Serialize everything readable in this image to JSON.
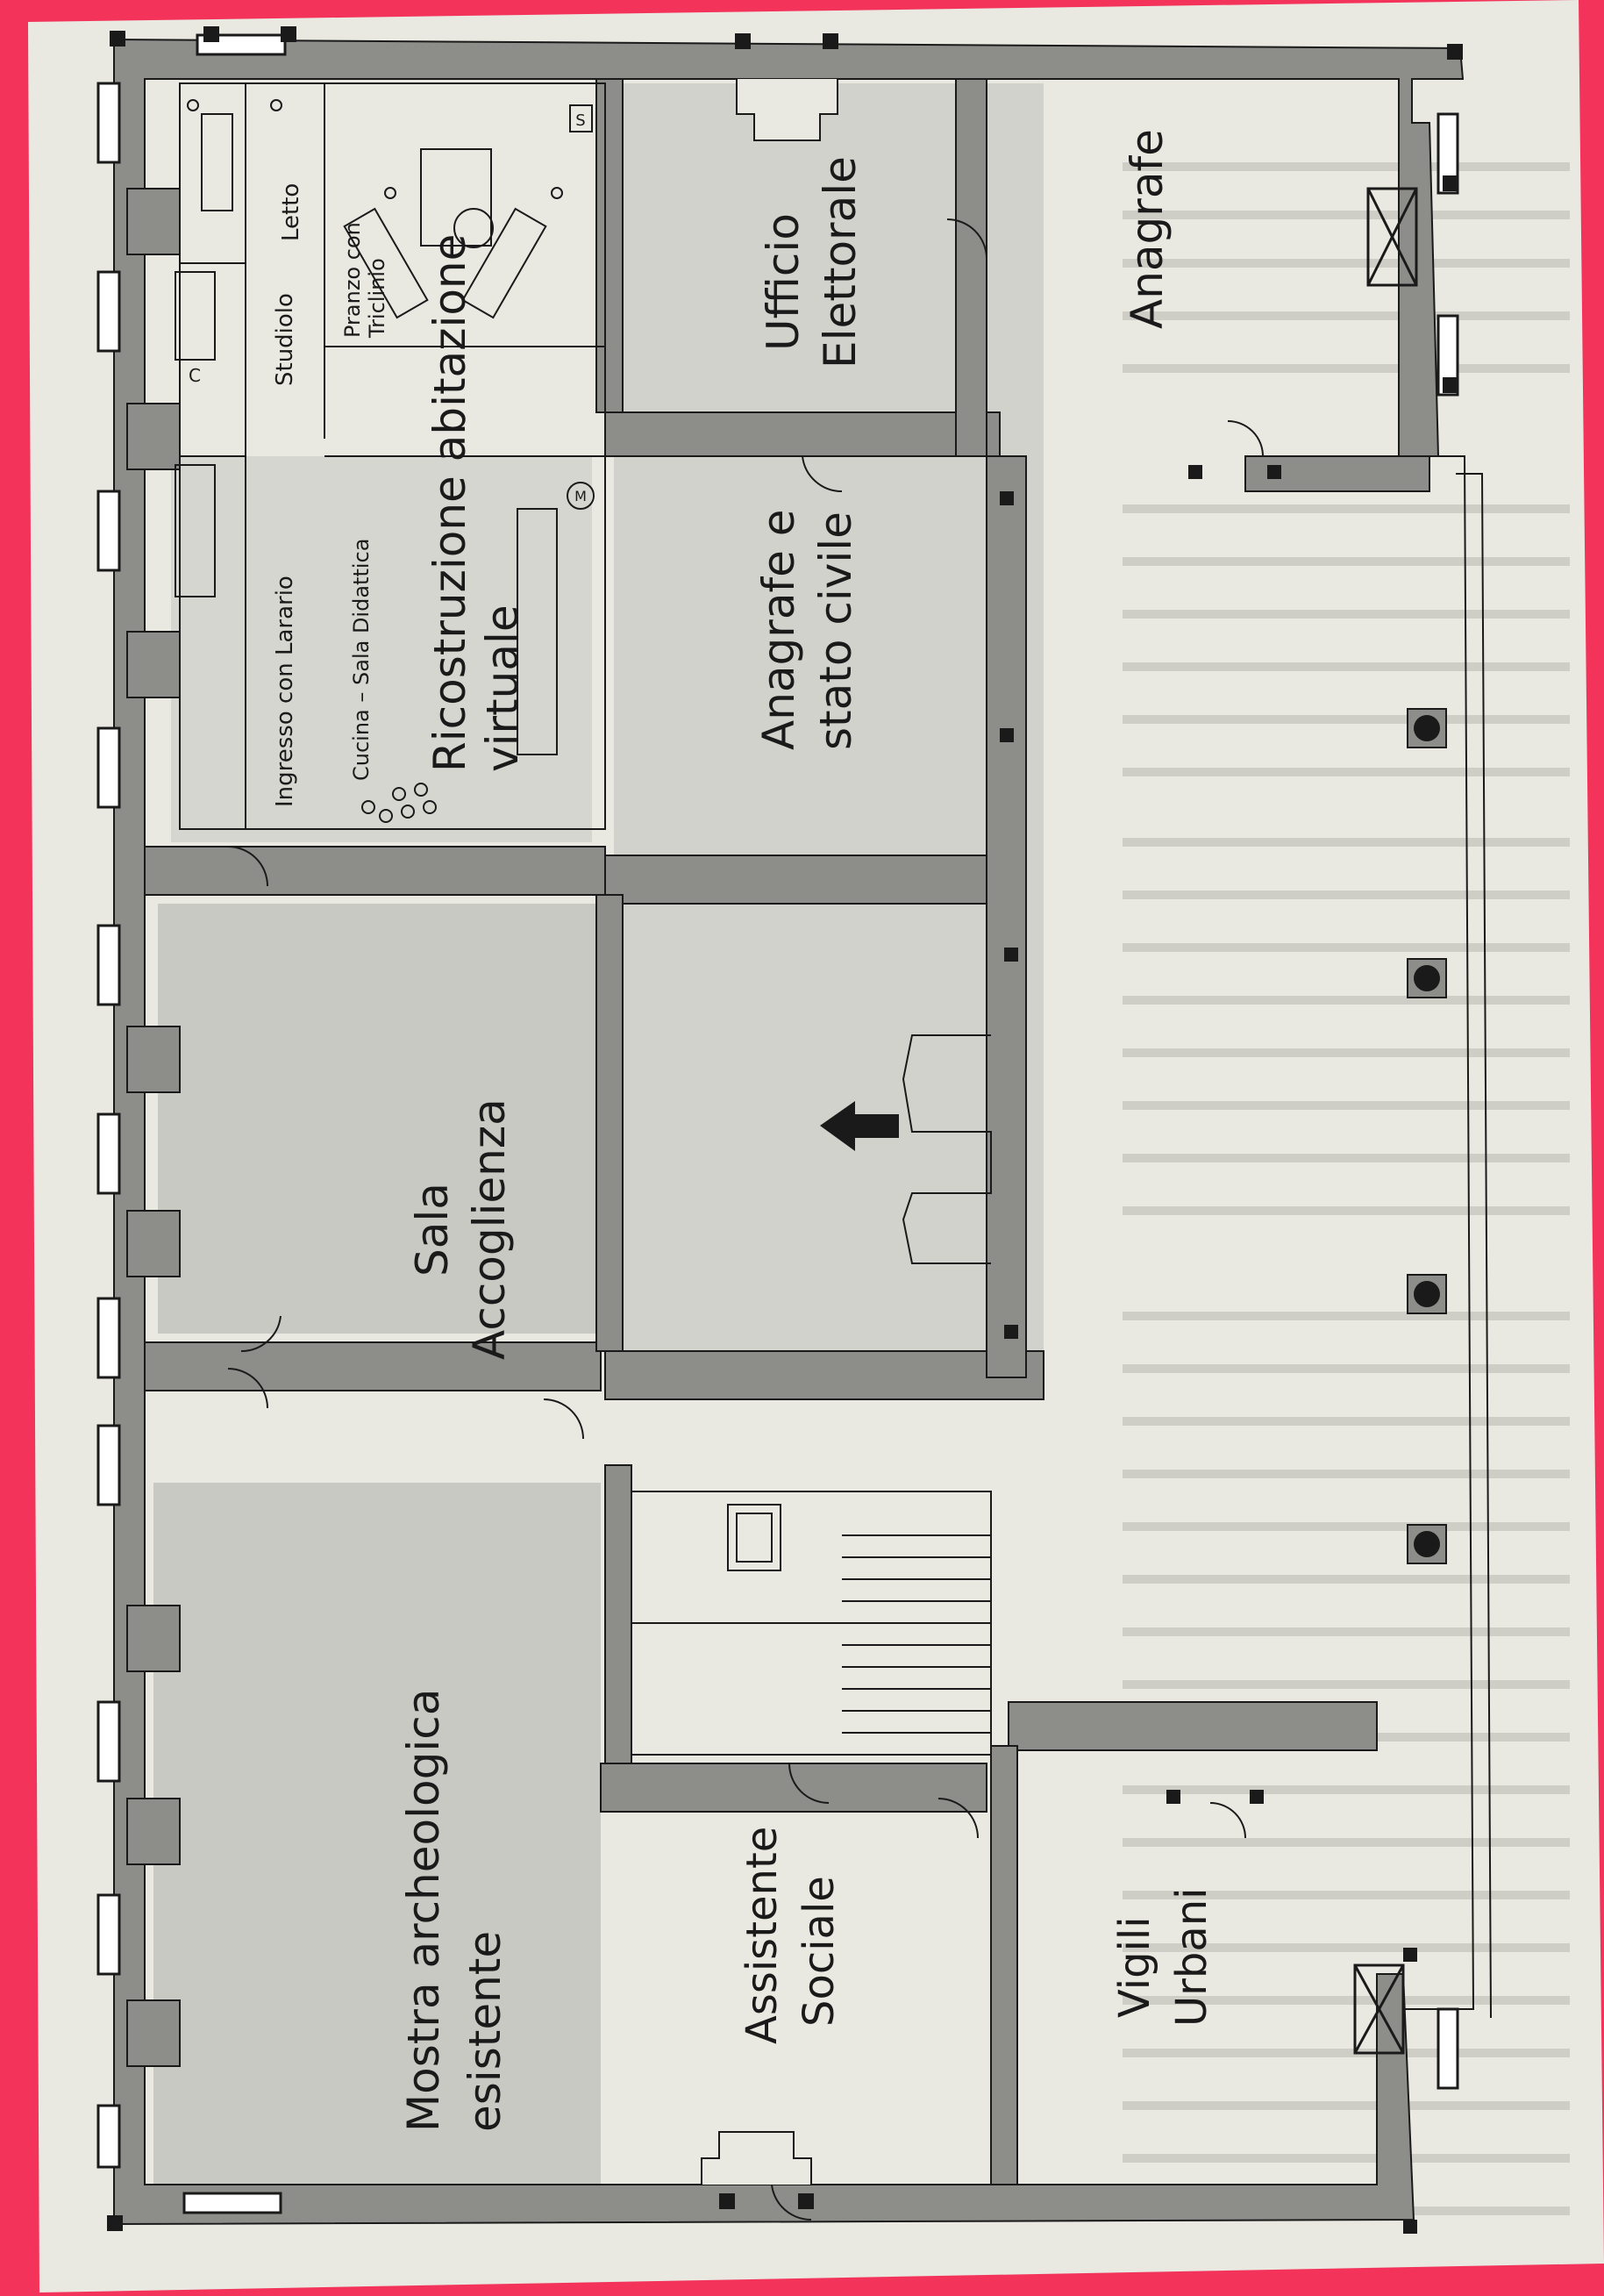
{
  "colors": {
    "frame": "#f4335b",
    "paper": "#e9e9e2",
    "wall": "#8d8d8a",
    "floor_shaded": "#c9c9c4",
    "line": "#1a1a1a"
  },
  "plan": {
    "rooms": {
      "mostra": [
        "Mostra  archeologica",
        "esistente"
      ],
      "sala": [
        "Sala",
        "Accoglienza"
      ],
      "assistente": [
        "Assistente",
        "Sociale"
      ],
      "vigili": [
        "Vigili",
        "Urbani"
      ],
      "anagrafe_stato": [
        "Anagrafe  e",
        "stato civile"
      ],
      "ufficio": [
        "Ufficio",
        "Elettorale"
      ],
      "anagrafe": "Anagrafe",
      "ricostruzione": [
        "Ricostruzione  abitazione",
        "virtuale"
      ]
    },
    "sub_rooms": {
      "ingresso": "Ingresso  con  Larario",
      "cucina": "Cucina  –  Sala  Didattica",
      "studiolo": "Studiolo",
      "pranzo": [
        "Pranzo  con",
        "Triclinio"
      ],
      "letto": "Letto"
    },
    "markers": {
      "s": "S",
      "m": "M",
      "c": "C"
    },
    "columns_count": 4
  }
}
